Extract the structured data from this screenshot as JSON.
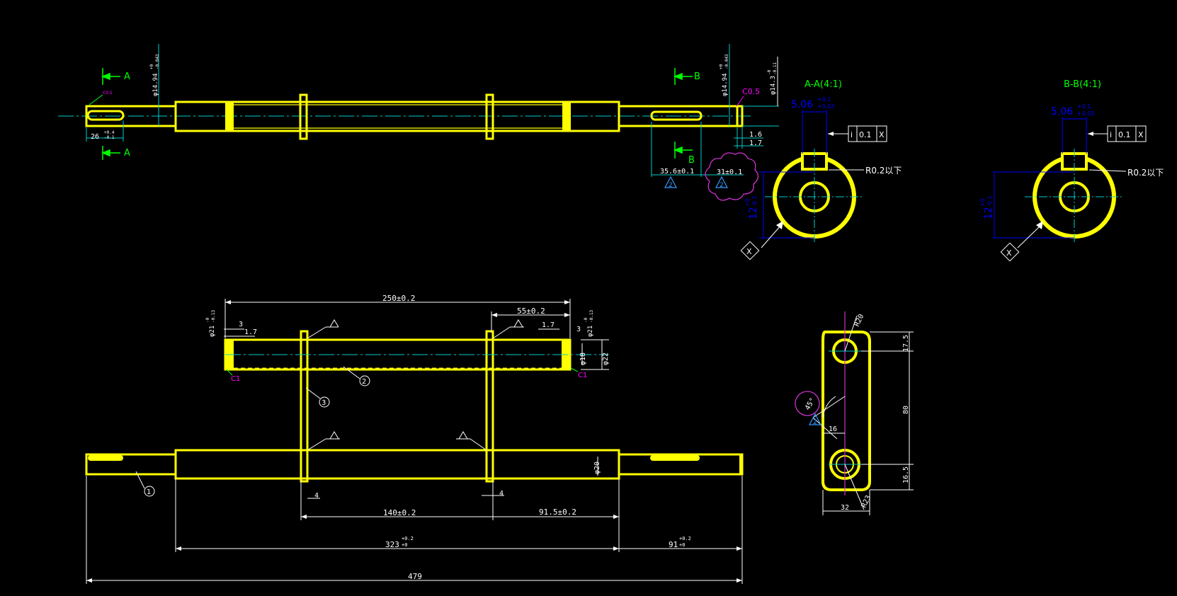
{
  "colors": {
    "background": "#000000",
    "part": "#ffff00",
    "dimension": "#ffffff",
    "center_line": "#00cccc",
    "section_label": "#00ff00",
    "dimension_blue": "#0000ff",
    "chamfer": "#ff00ff",
    "revision": "#cc33cc"
  },
  "shaft": {
    "section_a": "A",
    "section_b": "B",
    "dia_left": "φ14.94",
    "dia_left_tol": "-0.043",
    "dia_right": "φ14.94",
    "dia_right_tol": "-0.043",
    "dia_end": "φ14.3",
    "dia_end_tol": "-0.11",
    "chamfer_right": "C0.5",
    "chamfer_left": "C0.5",
    "len_26": "26",
    "len_26_tol_up": "+0.4",
    "len_26_tol_dn": "-0.1",
    "len_1_6": "1.6",
    "len_1_7": "1.7",
    "len_35_6": "35.6±0.1",
    "len_31": "31±0.1",
    "rev_mark": "2"
  },
  "section_aa": {
    "title": "A-A(4:1)",
    "width": "5.06",
    "width_tol_up": "+0.1",
    "width_tol_dn": "+0.03",
    "symmetry_sym": "i",
    "symmetry_tol": "0.1",
    "symmetry_ref": "X",
    "radius_note": "R0.2以下",
    "height": "12",
    "height_tol_up": "+0",
    "height_tol_dn": "-0.1",
    "datum": "X"
  },
  "section_bb": {
    "title": "B-B(4:1)",
    "width": "5.06",
    "width_tol_up": "+0.1",
    "width_tol_dn": "+0.03",
    "symmetry_sym": "i",
    "symmetry_tol": "0.1",
    "symmetry_ref": "X",
    "radius_note": "R0.2以下",
    "height": "12",
    "height_tol_up": "+0",
    "height_tol_dn": "-0.1",
    "datum": "X"
  },
  "assembly": {
    "dim_250": "250±0.2",
    "dim_55": "55±0.2",
    "dim_3_left": "3",
    "dim_1_7_left": "1.7",
    "dim_1_7_right": "1.7",
    "dim_3_right": "3",
    "dia_21_left": "φ21",
    "dia_21_left_tol": "-0.13",
    "dia_21_right": "φ21",
    "dia_21_right_tol": "-0.13",
    "dia_18": "φ18",
    "dia_22": "φ22",
    "dia_20": "φ20",
    "chamfer_c1_left": "C1",
    "chamfer_c1_right": "C1",
    "balloon_1": "1",
    "balloon_2": "2",
    "balloon_3": "3",
    "dim_4_left": "4",
    "dim_4_right": "4",
    "dim_140": "140±0.2",
    "dim_91_5": "91.5±0.2",
    "dim_323": "323",
    "dim_323_tol_up": "+0.2",
    "dim_323_tol_dn": "+0",
    "dim_91": "91",
    "dim_91_tol_up": "+0.2",
    "dim_91_tol_dn": "+0",
    "dim_479": "479"
  },
  "lever": {
    "r20": "R20",
    "r23": "R23",
    "angle": "45°",
    "rev_mark": "2",
    "dim_16": "16",
    "dim_17_5": "17.5",
    "dim_80": "80",
    "dim_16_5": "16.5",
    "dim_32": "32"
  }
}
